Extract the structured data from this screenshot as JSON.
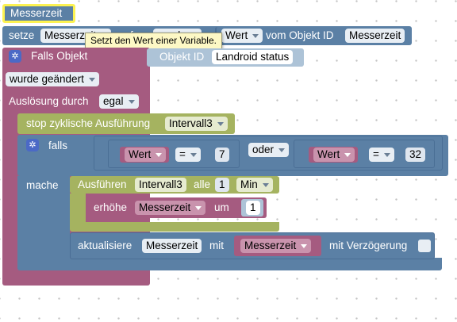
{
  "header_block": {
    "label": "Messerzeit"
  },
  "set_block": {
    "prefix": "setze",
    "var_value": "Messerzeit",
    "word_auf": "auf",
    "hidden_value": "wurde",
    "tooltip": "Setzt den Wert einer Variable.",
    "value_dd": "Wert",
    "of_object": "vom Objekt ID",
    "object_value": "Messerzeit"
  },
  "trigger_block": {
    "label": "Falls Objekt",
    "object_id_label": "Objekt ID",
    "object_id_value": "Landroid status",
    "changed_dd": "wurde geändert",
    "trigger_by_label": "Auslösung durch",
    "trigger_by_value": "egal"
  },
  "stop_block": {
    "label": "stop zyklische Ausführung",
    "interval_dd": "Intervall3"
  },
  "if_block": {
    "label": "falls",
    "do_label": "mache",
    "left_compare": {
      "var_dd": "Wert",
      "op_dd": "=",
      "value": "7"
    },
    "or_dd": "oder",
    "right_compare": {
      "var_dd": "Wert",
      "op_dd": "=",
      "value": "32"
    }
  },
  "execute_block": {
    "label": "Ausführen",
    "interval_value": "Intervall3",
    "every_label": "alle",
    "amount": "1",
    "unit_dd": "Min"
  },
  "increment_block": {
    "label": "erhöhe",
    "var_dd": "Messerzeit",
    "by_label": "um",
    "amount": "1"
  },
  "update_block": {
    "label": "aktualisiere",
    "var_value": "Messerzeit",
    "with_label": "mit",
    "value_dd": "Messerzeit",
    "delay_label": "mit Verzögerung"
  },
  "colors": {
    "workspace_bg": "#ffffff",
    "blue_block": "#5b80a5",
    "light_block": "#adc3d7",
    "pink_block": "#a55b80",
    "green_block": "#a5b360",
    "header_highlight": "#fcf251",
    "tooltip_bg": "#fdf8c5"
  }
}
